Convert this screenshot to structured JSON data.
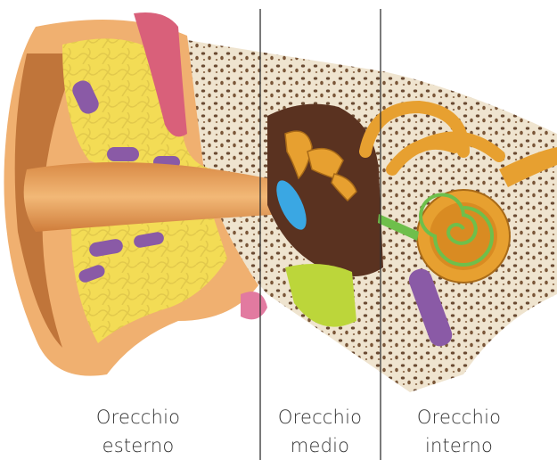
{
  "regions": [
    {
      "id": "outer",
      "line1": "Orecchio",
      "line2": "esterno"
    },
    {
      "id": "middle",
      "line1": "Orecchio",
      "line2": "medio"
    },
    {
      "id": "inner",
      "line1": "Orecchio",
      "line2": "interno"
    }
  ],
  "colors": {
    "skin": "#f0b070",
    "skin_shadow": "#b4662d",
    "cartilage": "#f3dc55",
    "cartilage_pattern": "#ead05a",
    "vessel_purple": "#8a5aa6",
    "muscle_pink": "#d9607a",
    "bone": "#efe4cf",
    "bone_pores": "#6a4a32",
    "ossicles": "#e7a030",
    "cavity": "#5a3220",
    "eardrum": "#3aa7e3",
    "cochlea_green": "#6ebf4b",
    "divider": "#333333"
  },
  "icons": [
    "ear-cross-section-illustration"
  ]
}
